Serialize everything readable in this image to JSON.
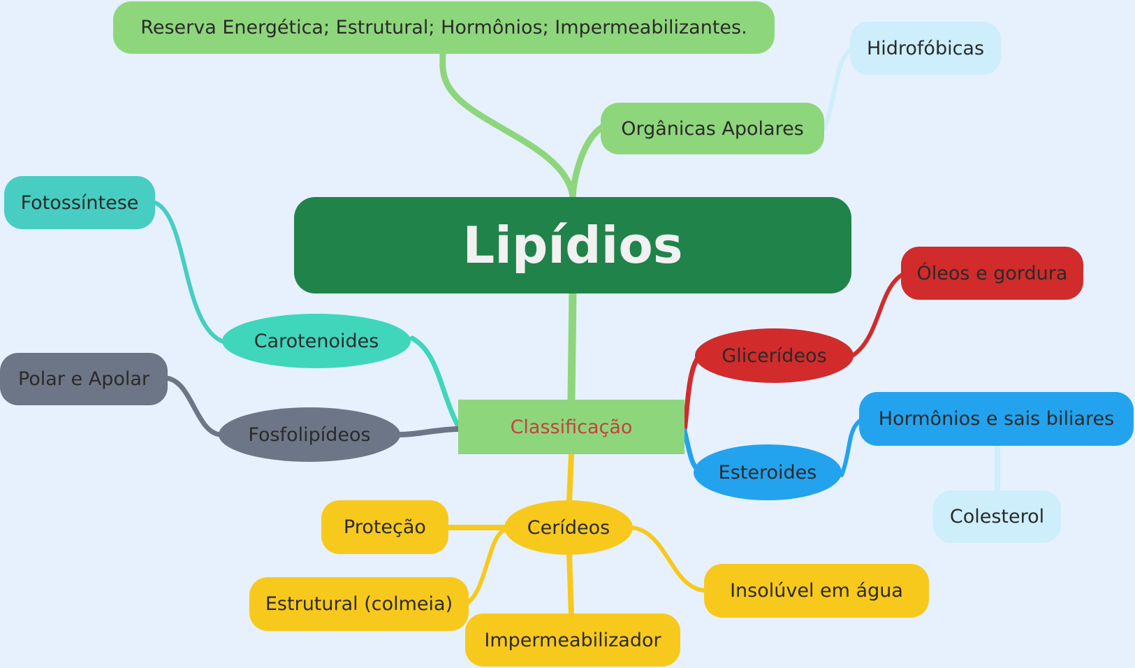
{
  "colors": {
    "background": "#e6f1fd",
    "root": "#20834a",
    "green": "#8ed67c",
    "light_blue": "#cdeefa",
    "teal": "#3fd6bc",
    "teal_dark": "#47cdc2",
    "slate": "#6d7686",
    "red": "#d12b2b",
    "blue": "#23a3ee",
    "yellow": "#f8c91d",
    "classification_text": "#c4433c"
  },
  "nodes": {
    "root": "Lipídios",
    "functions": "Reserva Energética; Estrutural; Hormônios; Impermeabilizantes.",
    "organic_apolar": "Orgânicas Apolares",
    "hydrophobic": "Hidrofóbicas",
    "classification": "Classificação",
    "carotenoids": "Carotenoides",
    "photosynthesis": "Fotossíntese",
    "phospholipids": "Fosfolipídeos",
    "polar_apolar": "Polar e Apolar",
    "glycerides": "Glicerídeos",
    "oils_fats": "Óleos e gordura",
    "steroids": "Esteroides",
    "hormones_bile": "Hormônios e sais biliares",
    "cholesterol": "Colesterol",
    "cerides": "Cerídeos",
    "protection": "Proteção",
    "structural_honeycomb": "Estrutural (colmeia)",
    "waterproofer": "Impermeabilizador",
    "water_insoluble": "Insolúvel em água"
  }
}
